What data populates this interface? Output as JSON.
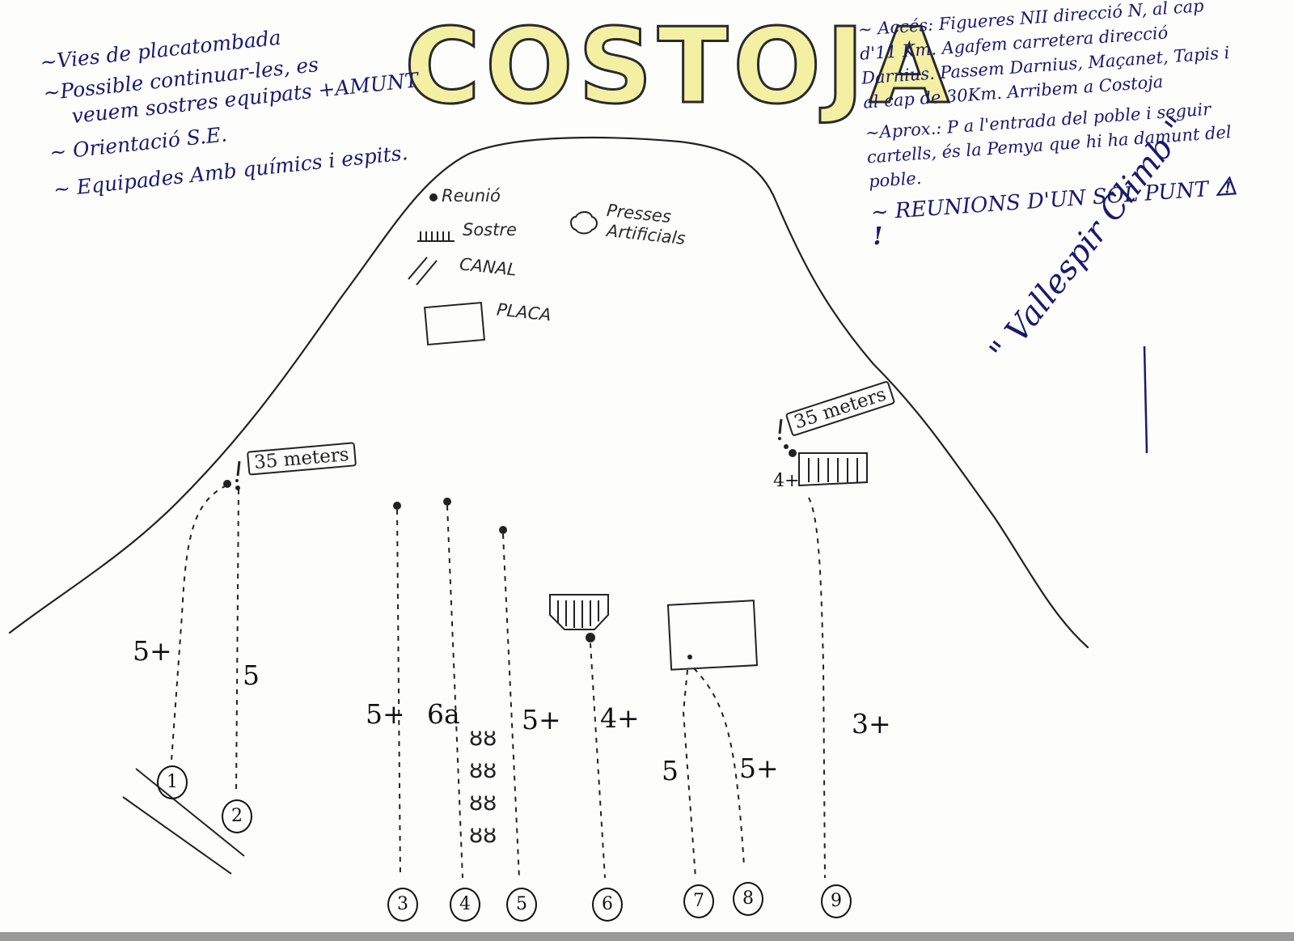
{
  "title": "COSTOJA",
  "left_notes": [
    "~Vies de placatombada",
    "~Possible continuar-les, es",
    "veuem sostres equipats +AMUNT",
    "~ Orientació S.E.",
    "~ Equipades Amb químics i espits."
  ],
  "right_notes": {
    "acces": "~ Accés: Figueres NII direcció N, al cap d'11 Km. Agafem carretera direcció Darnius. Passem Darnius, Maçanet, Tapis i al cap de 30Km. Arribem a Costoja",
    "aprox": "~Aprox.: P a l'entrada del poble i seguir cartells, és la Pemya que hi ha damunt del poble.",
    "warning": "~ REUNIONS D'UN SOL PUNT",
    "warning_mark": "⚠ !"
  },
  "legend": {
    "reunio": "Reunió",
    "sostre": "Sostre",
    "canal": "CANAL",
    "placa": "PLACA",
    "presses": "Presses",
    "artificials": "Artificials"
  },
  "annotations": {
    "left_height": "35 meters",
    "right_height": "35 meters",
    "right_anchor_grade": "4+"
  },
  "signature": "\" Vallespir Climb \"",
  "routes": [
    {
      "number": "1",
      "grade": "5+"
    },
    {
      "number": "2",
      "grade": "5"
    },
    {
      "number": "3",
      "grade": "5+"
    },
    {
      "number": "4",
      "grade": "6a"
    },
    {
      "number": "5",
      "grade": "5+"
    },
    {
      "number": "6",
      "grade": "4+"
    },
    {
      "number": "7",
      "grade": "5"
    },
    {
      "number": "8",
      "grade": "5+"
    },
    {
      "number": "9",
      "grade": "3+"
    }
  ],
  "holds_glyph": "ȣȣ"
}
